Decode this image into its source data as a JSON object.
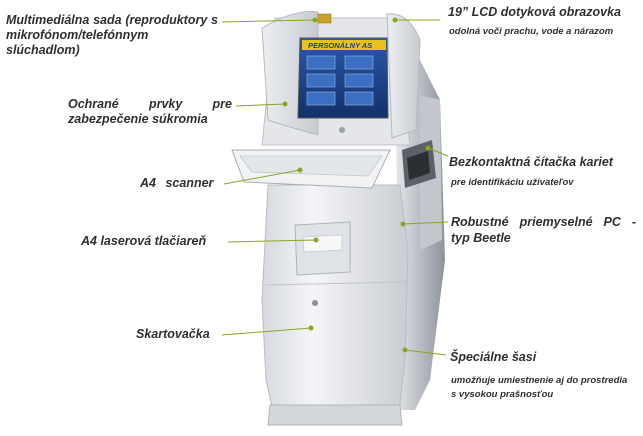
{
  "labels": {
    "multimedia_line1": "Multimediálna sada (reproduktory s",
    "multimedia_line2": "mikrofónom/telefónnym slúchadlom)",
    "privacy_line1": "Ochrané prvky pre",
    "privacy_line2": "zabezpečenie súkromia",
    "scanner": "A4 scanner",
    "printer": "A4 laserová tlačiareň",
    "shredder": "Skartovačka",
    "lcd_title": "19” LCD dotyková obrazovka",
    "lcd_sub": "odolná voči prachu, vode a nárazom",
    "reader_title": "Bezkontaktná čítačka kariet",
    "reader_sub": "pre identifikáciu užívateľov",
    "pc_line1": "Robustné priemyselné PC -",
    "pc_line2": "typ Beetle",
    "chassis_title": "Špeciálne šasi",
    "chassis_sub1": "umožňuje umiestnenie aj do prostredia",
    "chassis_sub2": "s vysokou prašnosťou"
  },
  "screen": {
    "banner": "PERSONÁLNY AS"
  },
  "colors": {
    "leader_line": "#8aa61e",
    "text": "#2f2f2f",
    "screen_blue": "#1d3f8a",
    "kiosk_body": "#e9ebee"
  }
}
